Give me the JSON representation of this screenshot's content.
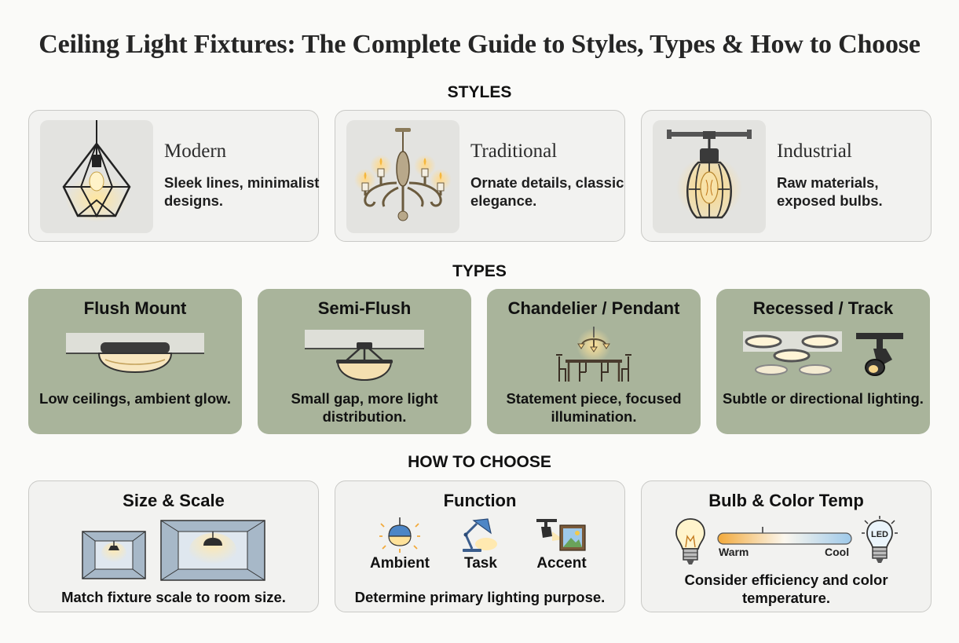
{
  "title": "Ceiling Light Fixtures: The Complete Guide to Styles, Types & How to Choose",
  "sections": {
    "styles": "STYLES",
    "types": "TYPES",
    "choose": "HOW TO CHOOSE"
  },
  "styles": [
    {
      "title": "Modern",
      "desc": "Sleek lines, minimalist designs.",
      "icon": "geometric-pendant-icon"
    },
    {
      "title": "Traditional",
      "desc": "Ornate details, classic elegance.",
      "icon": "chandelier-icon"
    },
    {
      "title": "Industrial",
      "desc": "Raw materials, exposed bulbs.",
      "icon": "cage-pendant-icon"
    }
  ],
  "types": [
    {
      "title": "Flush Mount",
      "desc": "Low ceilings, ambient glow.",
      "icon": "flush-mount-icon"
    },
    {
      "title": "Semi-Flush",
      "desc": "Small gap, more light distribution.",
      "icon": "semi-flush-icon"
    },
    {
      "title": "Chandelier / Pendant",
      "desc": "Statement piece, focused illumination.",
      "icon": "chandelier-dining-icon"
    },
    {
      "title": "Recessed / Track",
      "desc": "Subtle or directional lighting.",
      "icon": "recessed-track-icon"
    }
  ],
  "choose": [
    {
      "title": "Size & Scale",
      "desc": "Match fixture scale to room size.",
      "icon": "room-scale-icon"
    },
    {
      "title": "Function",
      "desc": "Determine primary lighting purpose.",
      "labels": [
        "Ambient",
        "Task",
        "Accent"
      ]
    },
    {
      "title": "Bulb & Color Temp",
      "desc": "Consider efficiency and color temperature.",
      "warm": "Warm",
      "cool": "Cool",
      "led": "LED"
    }
  ],
  "colors": {
    "type_card_bg": "#a9b49b",
    "style_card_bg": "#f2f2f0",
    "warm": "#f2a93b",
    "cool": "#9ec9ea"
  }
}
